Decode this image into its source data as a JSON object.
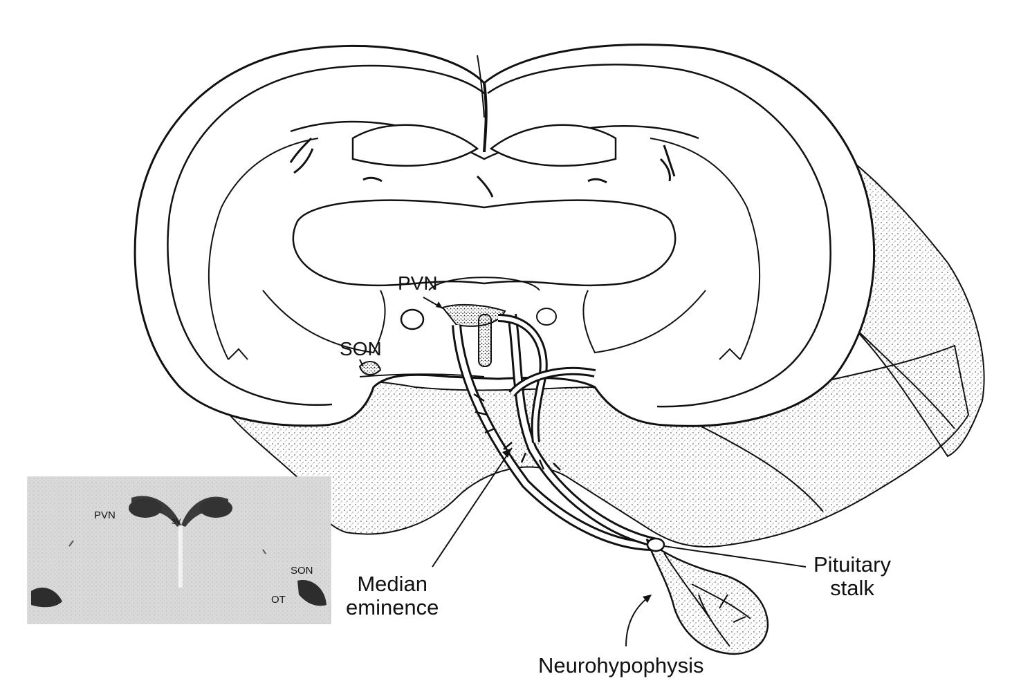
{
  "diagram": {
    "labels": {
      "pvn": "PVN",
      "son": "SON",
      "median_eminence": [
        "Median",
        "eminence"
      ],
      "pituitary_stalk": [
        "Pituitary",
        "stalk"
      ],
      "neurohypophysis": "Neurohypophysis"
    },
    "inset_labels": {
      "pvn": "PVN",
      "third_ventricle": "3V",
      "son": "SON",
      "ot": "OT"
    }
  }
}
